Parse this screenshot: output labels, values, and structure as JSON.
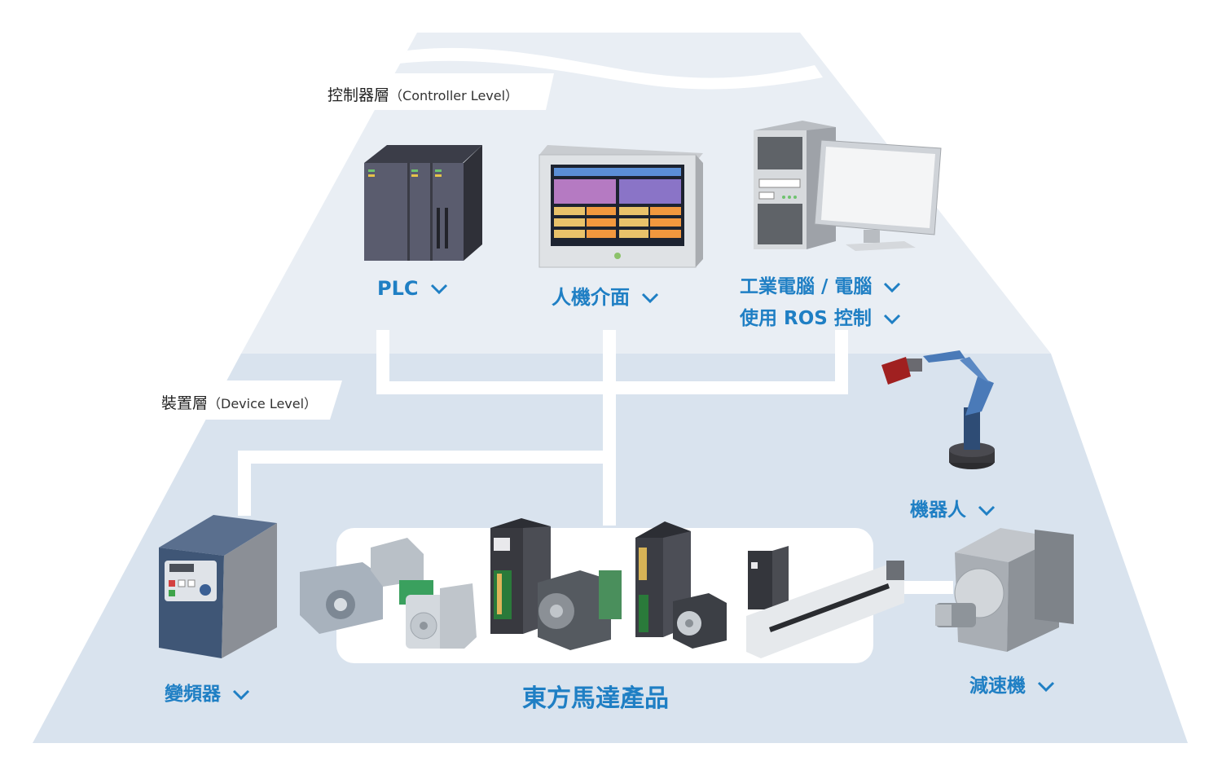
{
  "levels": {
    "controller": {
      "name": "控制器層",
      "en": "（Controller Level）"
    },
    "device": {
      "name": "裝置層",
      "en": "（Device Level）"
    }
  },
  "controllers": {
    "plc": "PLC",
    "hmi": "人機介面",
    "ipc_line1": "工業電腦 / 電腦",
    "ipc_line2": "使用 ROS 控制"
  },
  "devices": {
    "robot": "機器人",
    "inverter": "變頻器",
    "products": "東方馬達產品",
    "reducer": "減速機"
  },
  "colors": {
    "accent": "#1f7fc4",
    "upper_level": "#e9eef4",
    "lower_level": "#d9e3ee",
    "connector": "#ffffff"
  },
  "icons": [
    "chevron-down-icon",
    "plc-icon",
    "hmi-icon",
    "pc-icon",
    "robot-arm-icon",
    "inverter-icon",
    "motor-icon",
    "driver-icon",
    "linear-actuator-icon",
    "gearhead-icon"
  ]
}
